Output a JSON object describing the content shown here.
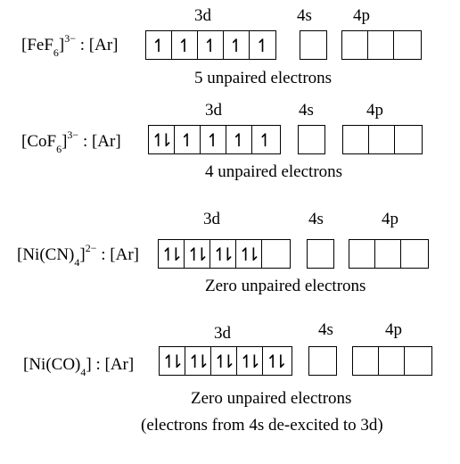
{
  "orbital_headers": {
    "d": "3d",
    "s": "4s",
    "p": "4p"
  },
  "complexes": [
    {
      "formula_core": "[FeF",
      "formula_sub": "6",
      "formula_close": "]",
      "formula_sup": "3−",
      "config_prefix": ": [Ar]",
      "d_electrons": [
        "up",
        "up",
        "up",
        "up",
        "up"
      ],
      "caption": "5 unpaired electrons"
    },
    {
      "formula_core": "[CoF",
      "formula_sub": "6",
      "formula_close": "]",
      "formula_sup": "3−",
      "config_prefix": ": [Ar]",
      "d_electrons": [
        "pair",
        "up",
        "up",
        "up",
        "up"
      ],
      "caption": "4 unpaired electrons"
    },
    {
      "formula_core": "[Ni(CN)",
      "formula_sub": "4",
      "formula_close": "]",
      "formula_sup": "2−",
      "config_prefix": ": [Ar]",
      "d_electrons": [
        "pair",
        "pair",
        "pair",
        "pair",
        "empty"
      ],
      "caption": "Zero unpaired electrons"
    },
    {
      "formula_core": "[Ni(CO)",
      "formula_sub": "4",
      "formula_close": "]",
      "formula_sup": "",
      "config_prefix": ": [Ar]",
      "d_electrons": [
        "pair",
        "pair",
        "pair",
        "pair",
        "pair"
      ],
      "caption": "Zero unpaired electrons",
      "caption_note": "(electrons from 4s de-excited to 3d)"
    }
  ]
}
